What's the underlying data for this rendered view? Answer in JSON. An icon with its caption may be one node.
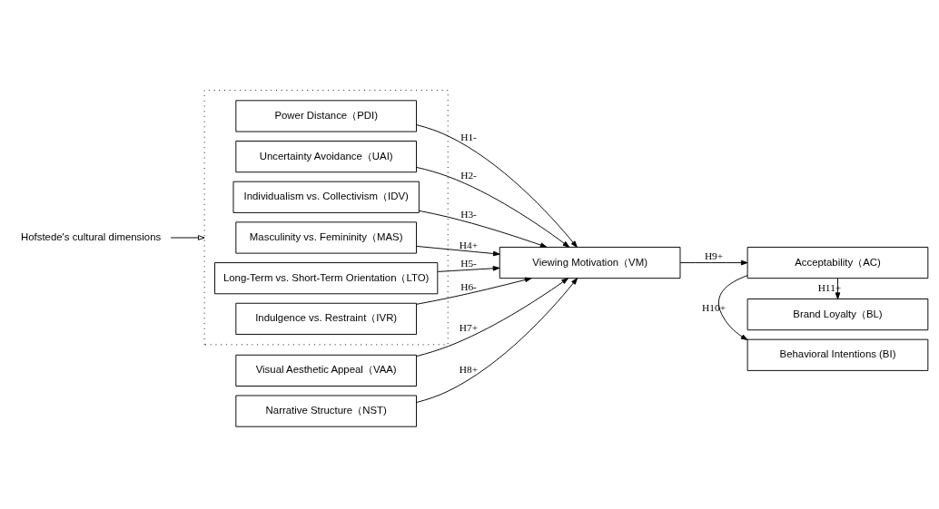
{
  "diagram": {
    "nodes": [
      {
        "text": [
          "Hofstede's cultural dimensions"
        ]
      },
      {
        "text": [],
        "shape": "box"
      },
      {
        "text": [
          "Power Distance（PDI)"
        ],
        "in": 1
      },
      {
        "text": [
          "Uncertainty Avoidance（UAI)"
        ],
        "in": 1
      },
      {
        "text": [
          "Individualism vs. Collectivism（IDV)"
        ],
        "in": 1
      },
      {
        "text": [
          "Masculinity vs. Femininity（MAS)"
        ],
        "in": 1
      },
      {
        "text": [
          "Long-Term vs. Short-Term Orientation（LTO)"
        ],
        "in": 1
      },
      {
        "text": [
          "Indulgence vs. Restraint（IVR)"
        ],
        "in": 1
      },
      {
        "text": [
          "Visual Aesthetic Appeal（VAA)"
        ]
      },
      {
        "text": [
          "Narrative Structure（NST)"
        ]
      },
      {
        "text": [
          "Viewing Motivation（VM)"
        ]
      },
      {
        "text": [
          "Acceptability（AC)"
        ]
      },
      {
        "text": [
          "Behavioral Intentions (BI)"
        ]
      },
      {
        "text": [
          "Brand Loyalty（BL)"
        ]
      }
    ],
    "edges": [
      {
        "from": 0,
        "to": 1,
        "arrow": "to"
      },
      {
        "from": 2,
        "to": 10,
        "arrow": "to",
        "label": "H1-"
      },
      {
        "from": 3,
        "to": 10,
        "arrow": "to",
        "label": "H2-"
      },
      {
        "from": 4,
        "to": 10,
        "arrow": "to",
        "label": "H3-"
      },
      {
        "from": 5,
        "to": 10,
        "arrow": "to",
        "label": "H4+"
      },
      {
        "from": 6,
        "to": 10,
        "arrow": "to",
        "label": "H5-"
      },
      {
        "from": 7,
        "to": 10,
        "arrow": "to",
        "label": "H6-"
      },
      {
        "from": 8,
        "to": 10,
        "arrow": "to",
        "label": "H7+"
      },
      {
        "from": 9,
        "to": 10,
        "arrow": "to",
        "label": "H8+"
      },
      {
        "from": 10,
        "to": 11,
        "arrow": "to",
        "label": "H9+"
      },
      {
        "from": 11,
        "to": 12,
        "arrow": "to",
        "label": "H10+"
      },
      {
        "from": 11,
        "to": 13,
        "arrow": "to",
        "label": "H11+"
      }
    ]
  }
}
